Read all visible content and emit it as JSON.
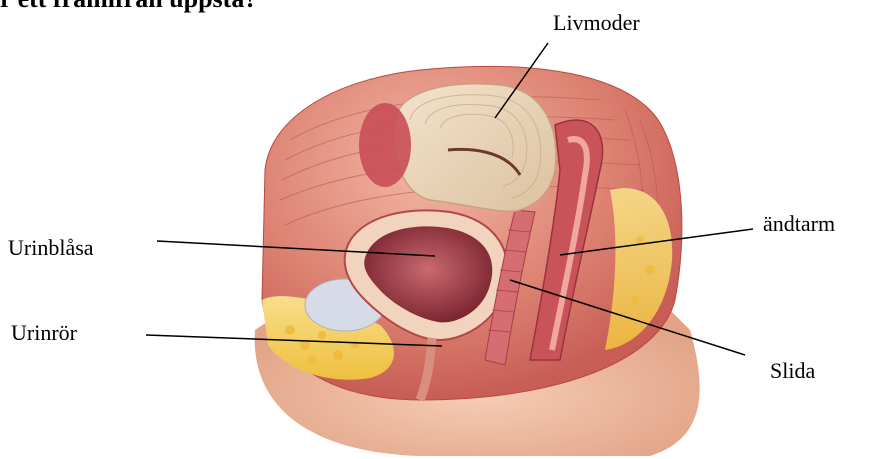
{
  "heading": "r ett framifrån uppstå?",
  "labels": {
    "livmoder": "Livmoder",
    "urinblasa": "Urinblåsa",
    "urinror": "Urinrör",
    "andtarm": "ändtarm",
    "slida": "Slida"
  },
  "colors": {
    "uterus": "#ead3b5",
    "muscle": "#c8545a",
    "fat": "#f2c74c",
    "skin": "#e9b39a",
    "bladder_fill": "#9b2f3b",
    "background": "#ffffff"
  }
}
